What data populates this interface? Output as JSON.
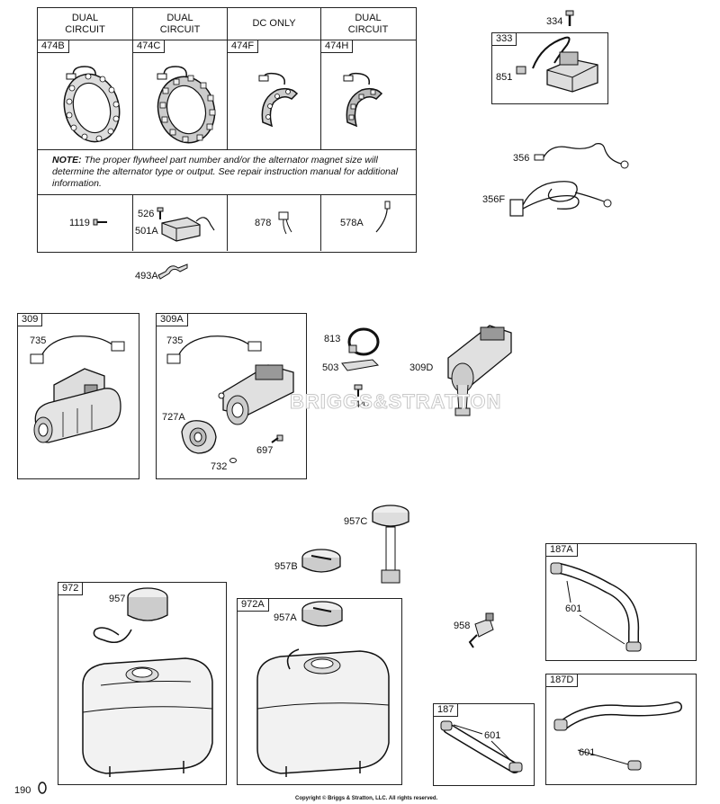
{
  "alternator_table": {
    "headers": [
      "DUAL\nCIRCUIT",
      "DUAL\nCIRCUIT",
      "DC ONLY",
      "DUAL\nCIRCUIT"
    ],
    "parts": [
      "474B",
      "474C",
      "474F",
      "474H"
    ],
    "note_bold": "NOTE:",
    "note_text": "The proper flywheel part number and/or the alternator magnet size will determine the alternator type or output. See repair instruction manual for additional information.",
    "bottom": {
      "p1119": "1119",
      "p526": "526",
      "p501A": "501A",
      "p878": "878",
      "p578A": "578A"
    }
  },
  "labels": {
    "p493A": "493A",
    "p334": "334",
    "p333": "333",
    "p851": "851",
    "p356": "356",
    "p356F": "356F",
    "p309": "309",
    "p735a": "735",
    "p309A": "309A",
    "p735b": "735",
    "p727A": "727A",
    "p697": "697",
    "p732": "732",
    "p813": "813",
    "p503": "503",
    "p442": "442",
    "p309D": "309D",
    "p957C": "957C",
    "p957B": "957B",
    "p972": "972",
    "p957": "957",
    "p972A": "972A",
    "p957A": "957A",
    "p958": "958",
    "p187A": "187A",
    "p601a": "601",
    "p187": "187",
    "p601b": "601",
    "p187D": "187D",
    "p601c": "601",
    "p190": "190"
  },
  "watermark": "BRIGGS&STRATTON",
  "copyright": "Copyright © Briggs & Stratton, LLC. All rights reserved."
}
